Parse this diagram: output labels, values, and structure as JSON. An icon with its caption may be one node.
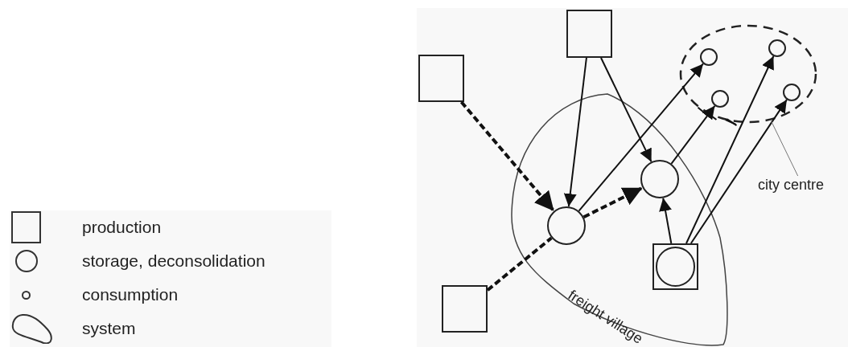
{
  "diagram": {
    "nodes": [
      {
        "text": [],
        "shape": "box"
      },
      {
        "text": [],
        "shape": "box"
      },
      {
        "text": [],
        "shape": "ellipse"
      },
      {
        "text": [],
        "shape": "circle",
        "in": 2
      },
      {
        "text": [],
        "shape": "circle",
        "in": 2
      },
      {
        "text": [],
        "shape": "circle",
        "in": 2
      },
      {
        "text": [],
        "shape": "circle",
        "in": 2
      },
      {
        "text": [
          "freight village"
        ]
      },
      {
        "text": [],
        "shape": "circle",
        "in": 7
      },
      {
        "text": [],
        "shape": "circle",
        "in": 7
      },
      {
        "text": [],
        "shape": "box",
        "in": 7
      },
      {
        "text": [],
        "shape": "circle",
        "in": 10
      },
      {
        "text": [],
        "shape": "box"
      },
      {
        "text": [
          "city centre"
        ]
      }
    ],
    "edges": [
      {
        "from": 0,
        "to": 8,
        "arrow": "to",
        "style": "dashed"
      },
      {
        "from": 1,
        "to": 8,
        "arrow": "to"
      },
      {
        "from": 1,
        "to": 9,
        "arrow": "to"
      },
      {
        "from": 8,
        "to": 3,
        "arrow": "to"
      },
      {
        "from": 8,
        "to": 9,
        "arrow": "to",
        "style": "dashed"
      },
      {
        "from": 12,
        "to": 8,
        "arrow": "none",
        "style": "dashed"
      },
      {
        "from": 9,
        "to": 5,
        "arrow": "to"
      },
      {
        "from": 10,
        "to": 9,
        "arrow": "to"
      },
      {
        "from": 10,
        "to": 4,
        "arrow": "to"
      },
      {
        "from": 10,
        "to": 6,
        "arrow": "to"
      },
      {
        "from": 13,
        "to": 2,
        "arrow": "none",
        "color": "#777777"
      }
    ],
    "legend": [
      {
        "text": "production"
      },
      {
        "text": "storage, deconsolidation"
      },
      {
        "text": "consumption"
      },
      {
        "text": "system"
      }
    ]
  }
}
